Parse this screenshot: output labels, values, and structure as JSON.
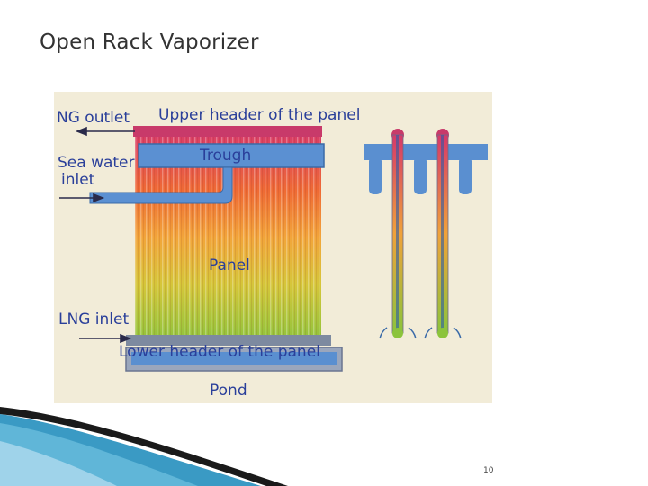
{
  "slide": {
    "title": "Open Rack Vaporizer",
    "page_number": "10"
  },
  "figure": {
    "labels": {
      "ng_outlet": "NG outlet",
      "upper_header": "Upper header of the panel",
      "trough": "Trough",
      "sea_water": "Sea water",
      "inlet": "inlet",
      "panel": "Panel",
      "lng_inlet": "LNG inlet",
      "lower_header": "Lower header of the panel",
      "pond": "Pond"
    },
    "colors": {
      "background": "#f2ecd8",
      "hot": "#d63a5e",
      "warm": "#f2a03a",
      "cool": "#8ac43a",
      "water": "#5a8fd0",
      "label": "#2a3f9a"
    }
  }
}
